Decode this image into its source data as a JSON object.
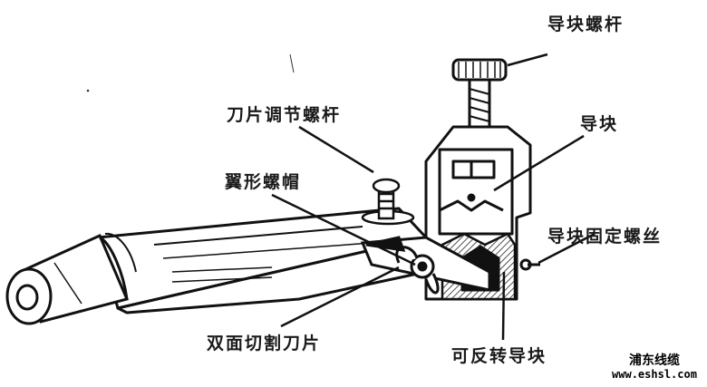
{
  "labels": {
    "guide_screw": "导块螺杆",
    "blade_adjust_screw": "刀片调节螺杆",
    "guide_block": "导块",
    "wing_nut": "翼形螺帽",
    "guide_fix_screw": "导块固定螺丝",
    "double_blade": "双面切割刀片",
    "reversible_guide": "可反转导块"
  },
  "watermark": {
    "name": "浦东线缆",
    "url": "www.eshsl.com"
  }
}
